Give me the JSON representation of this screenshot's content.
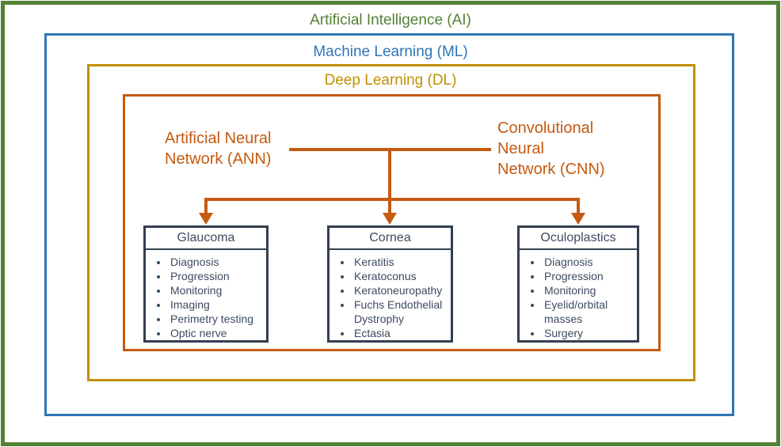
{
  "figure": {
    "type": "nested-hierarchy-diagram",
    "colors": {
      "background": "#FFFFFF",
      "ai_green": "#538135",
      "ml_blue": "#2F75B5",
      "dl_gold": "#C09100",
      "nn_orange": "#C55A11",
      "box_navy": "#323F4F",
      "box_text": "#3D4B60"
    },
    "layers": {
      "ai": {
        "label": "Artificial Intelligence (AI)"
      },
      "ml": {
        "label": "Machine Learning (ML)"
      },
      "dl": {
        "label": "Deep Learning (DL)"
      }
    },
    "networks": {
      "ann": {
        "label": "Artificial Neural Network (ANN)",
        "lines": [
          "Artificial Neural",
          "Network (ANN)"
        ]
      },
      "cnn": {
        "label": "Convolutional Neural Network (CNN)",
        "lines": [
          "Convolutional",
          "Neural",
          "Network (CNN)"
        ]
      }
    },
    "domains": [
      {
        "title": "Glaucoma",
        "items": [
          "Diagnosis",
          "Progression",
          "Monitoring",
          "Imaging",
          "Perimetry testing",
          "Optic nerve"
        ]
      },
      {
        "title": "Cornea",
        "items": [
          "Keratitis",
          "Keratoconus",
          "Keratoneuropathy",
          "Fuchs Endothelial Dystrophy",
          "Ectasia"
        ]
      },
      {
        "title": "Oculoplastics",
        "items": [
          "Diagnosis",
          "Progression",
          "Monitoring",
          "Eyelid/orbital masses",
          "Surgery"
        ]
      }
    ]
  }
}
